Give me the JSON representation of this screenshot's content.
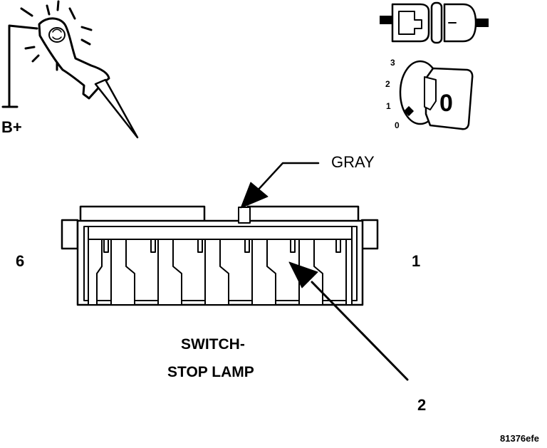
{
  "test_light": {
    "supply_label": "B+"
  },
  "ignition": {
    "positions": [
      "3",
      "2",
      "1",
      "0"
    ],
    "key_char": "0"
  },
  "connector": {
    "wire_color_label": "GRAY",
    "pin_left": "6",
    "pin_right": "1",
    "callout": "2"
  },
  "title": {
    "line1": "SWITCH-",
    "line2": "STOP LAMP"
  },
  "figure_id": "81376efe"
}
